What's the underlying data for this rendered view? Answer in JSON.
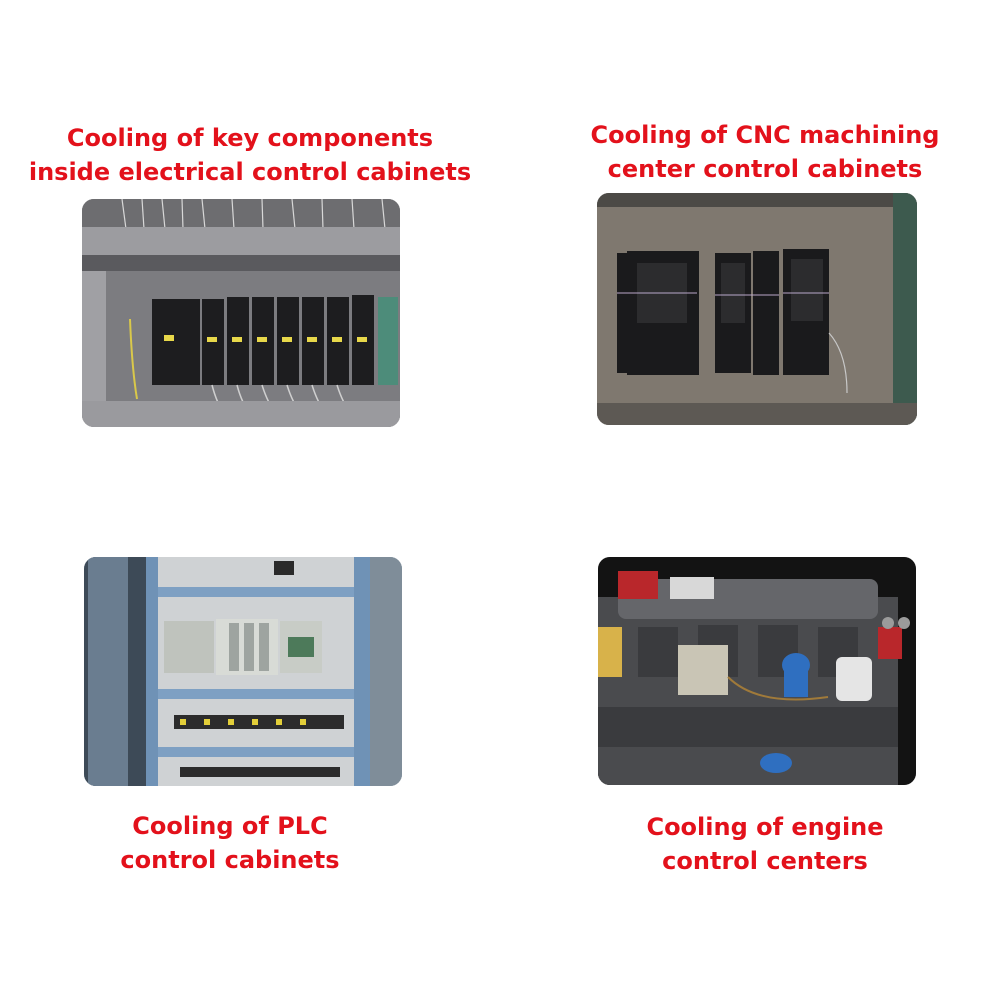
{
  "accent_color": "#e3111b",
  "captions": [
    {
      "line1": "Cooling of key components",
      "line2": "inside electrical control cabinets"
    },
    {
      "line1": "Cooling of CNC machining",
      "line2": "center control cabinets"
    },
    {
      "line1": "Cooling of PLC",
      "line2": "control cabinets"
    },
    {
      "line1": "Cooling of engine",
      "line2": "control centers"
    }
  ]
}
